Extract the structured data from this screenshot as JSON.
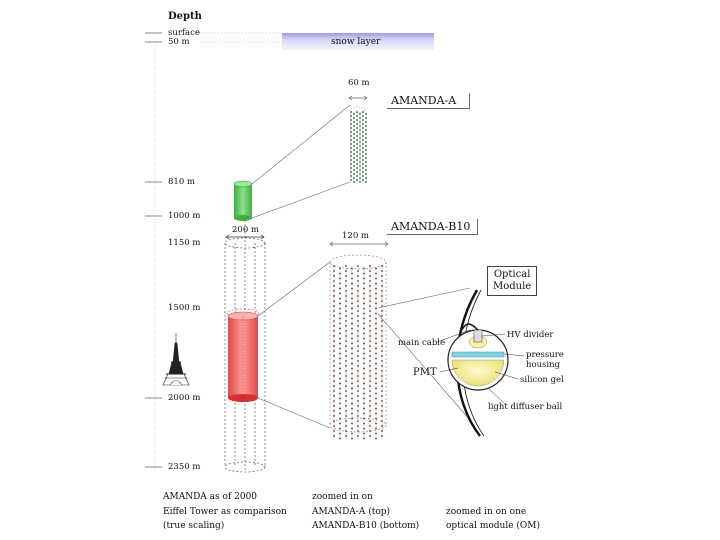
{
  "depth": {
    "title": "Depth",
    "surface": "surface",
    "d50": "50 m",
    "d810": "810 m",
    "d1000": "1000 m",
    "d1150": "1150 m",
    "d1500": "1500 m",
    "d2000": "2000 m",
    "d2350": "2350 m"
  },
  "snow_layer": "snow layer",
  "amanda_a": {
    "label": "AMANDA-A",
    "width": "60 m"
  },
  "amanda_b10": {
    "label": "AMANDA-B10",
    "width": "120 m"
  },
  "array_width": "200 m",
  "optical_module": {
    "title_line1": "Optical",
    "title_line2": "Module",
    "main_cable": "main cable",
    "hv_divider": "HV divider",
    "pressure_line1": "pressure",
    "pressure_line2": "housing",
    "pmt": "PMT",
    "silicon_gel": "silicon gel",
    "light_diffuser": "light diffuser ball"
  },
  "captions": {
    "col1": [
      "AMANDA as of 2000",
      "Eiffel Tower as comparison",
      "(true scaling)"
    ],
    "col2": [
      "zoomed in on",
      "AMANDA-A (top)",
      "AMANDA-B10 (bottom)"
    ],
    "col3": [
      "zoomed in on one",
      "optical module (OM)"
    ]
  },
  "colors": {
    "snow": "#c8c8f0",
    "amanda_a_cylinder": "#5ecf5e",
    "amanda_b10_cylinder": "#f06a6a",
    "pmt_yellow": "#f2ef8a",
    "housing_blue": "#7fd3e6"
  }
}
